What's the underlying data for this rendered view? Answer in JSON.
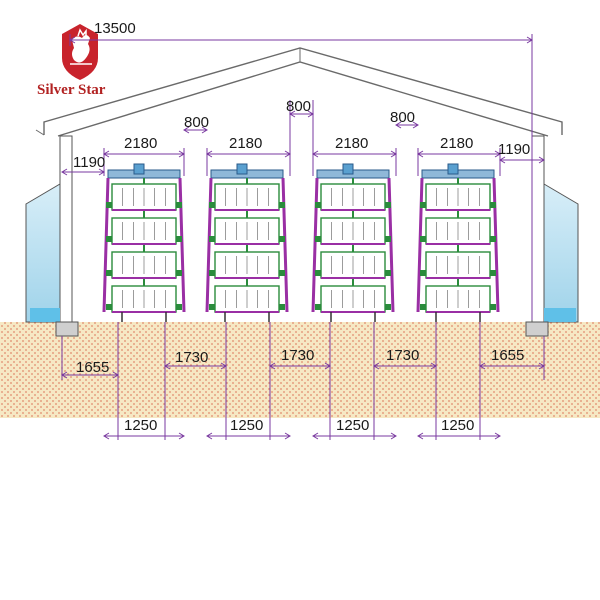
{
  "logo": {
    "brand_name": "Silver Star",
    "icon": "rooster-icon",
    "color": "#c8232c"
  },
  "dimensions": {
    "total_width": "13500",
    "cage_widths": [
      "2180",
      "2180",
      "2180",
      "2180"
    ],
    "aisle_upper": [
      "800",
      "800",
      "800"
    ],
    "side_gap_left": "1190",
    "side_gap_right": "1190",
    "floor_aisles": [
      "1655",
      "1730",
      "1730",
      "1730",
      "1655"
    ],
    "base_widths": [
      "1250",
      "1250",
      "1250",
      "1250"
    ]
  },
  "colors": {
    "dimension_line": "#7a3aa0",
    "roof_line": "#6a6a6a",
    "floor_fill": "#f6e8c4",
    "floor_dots": "#e08a6c",
    "cage_frame": "#2a8c3c",
    "cage_accent": "#9a2fa4",
    "window_blue": "#bfe3f3"
  }
}
